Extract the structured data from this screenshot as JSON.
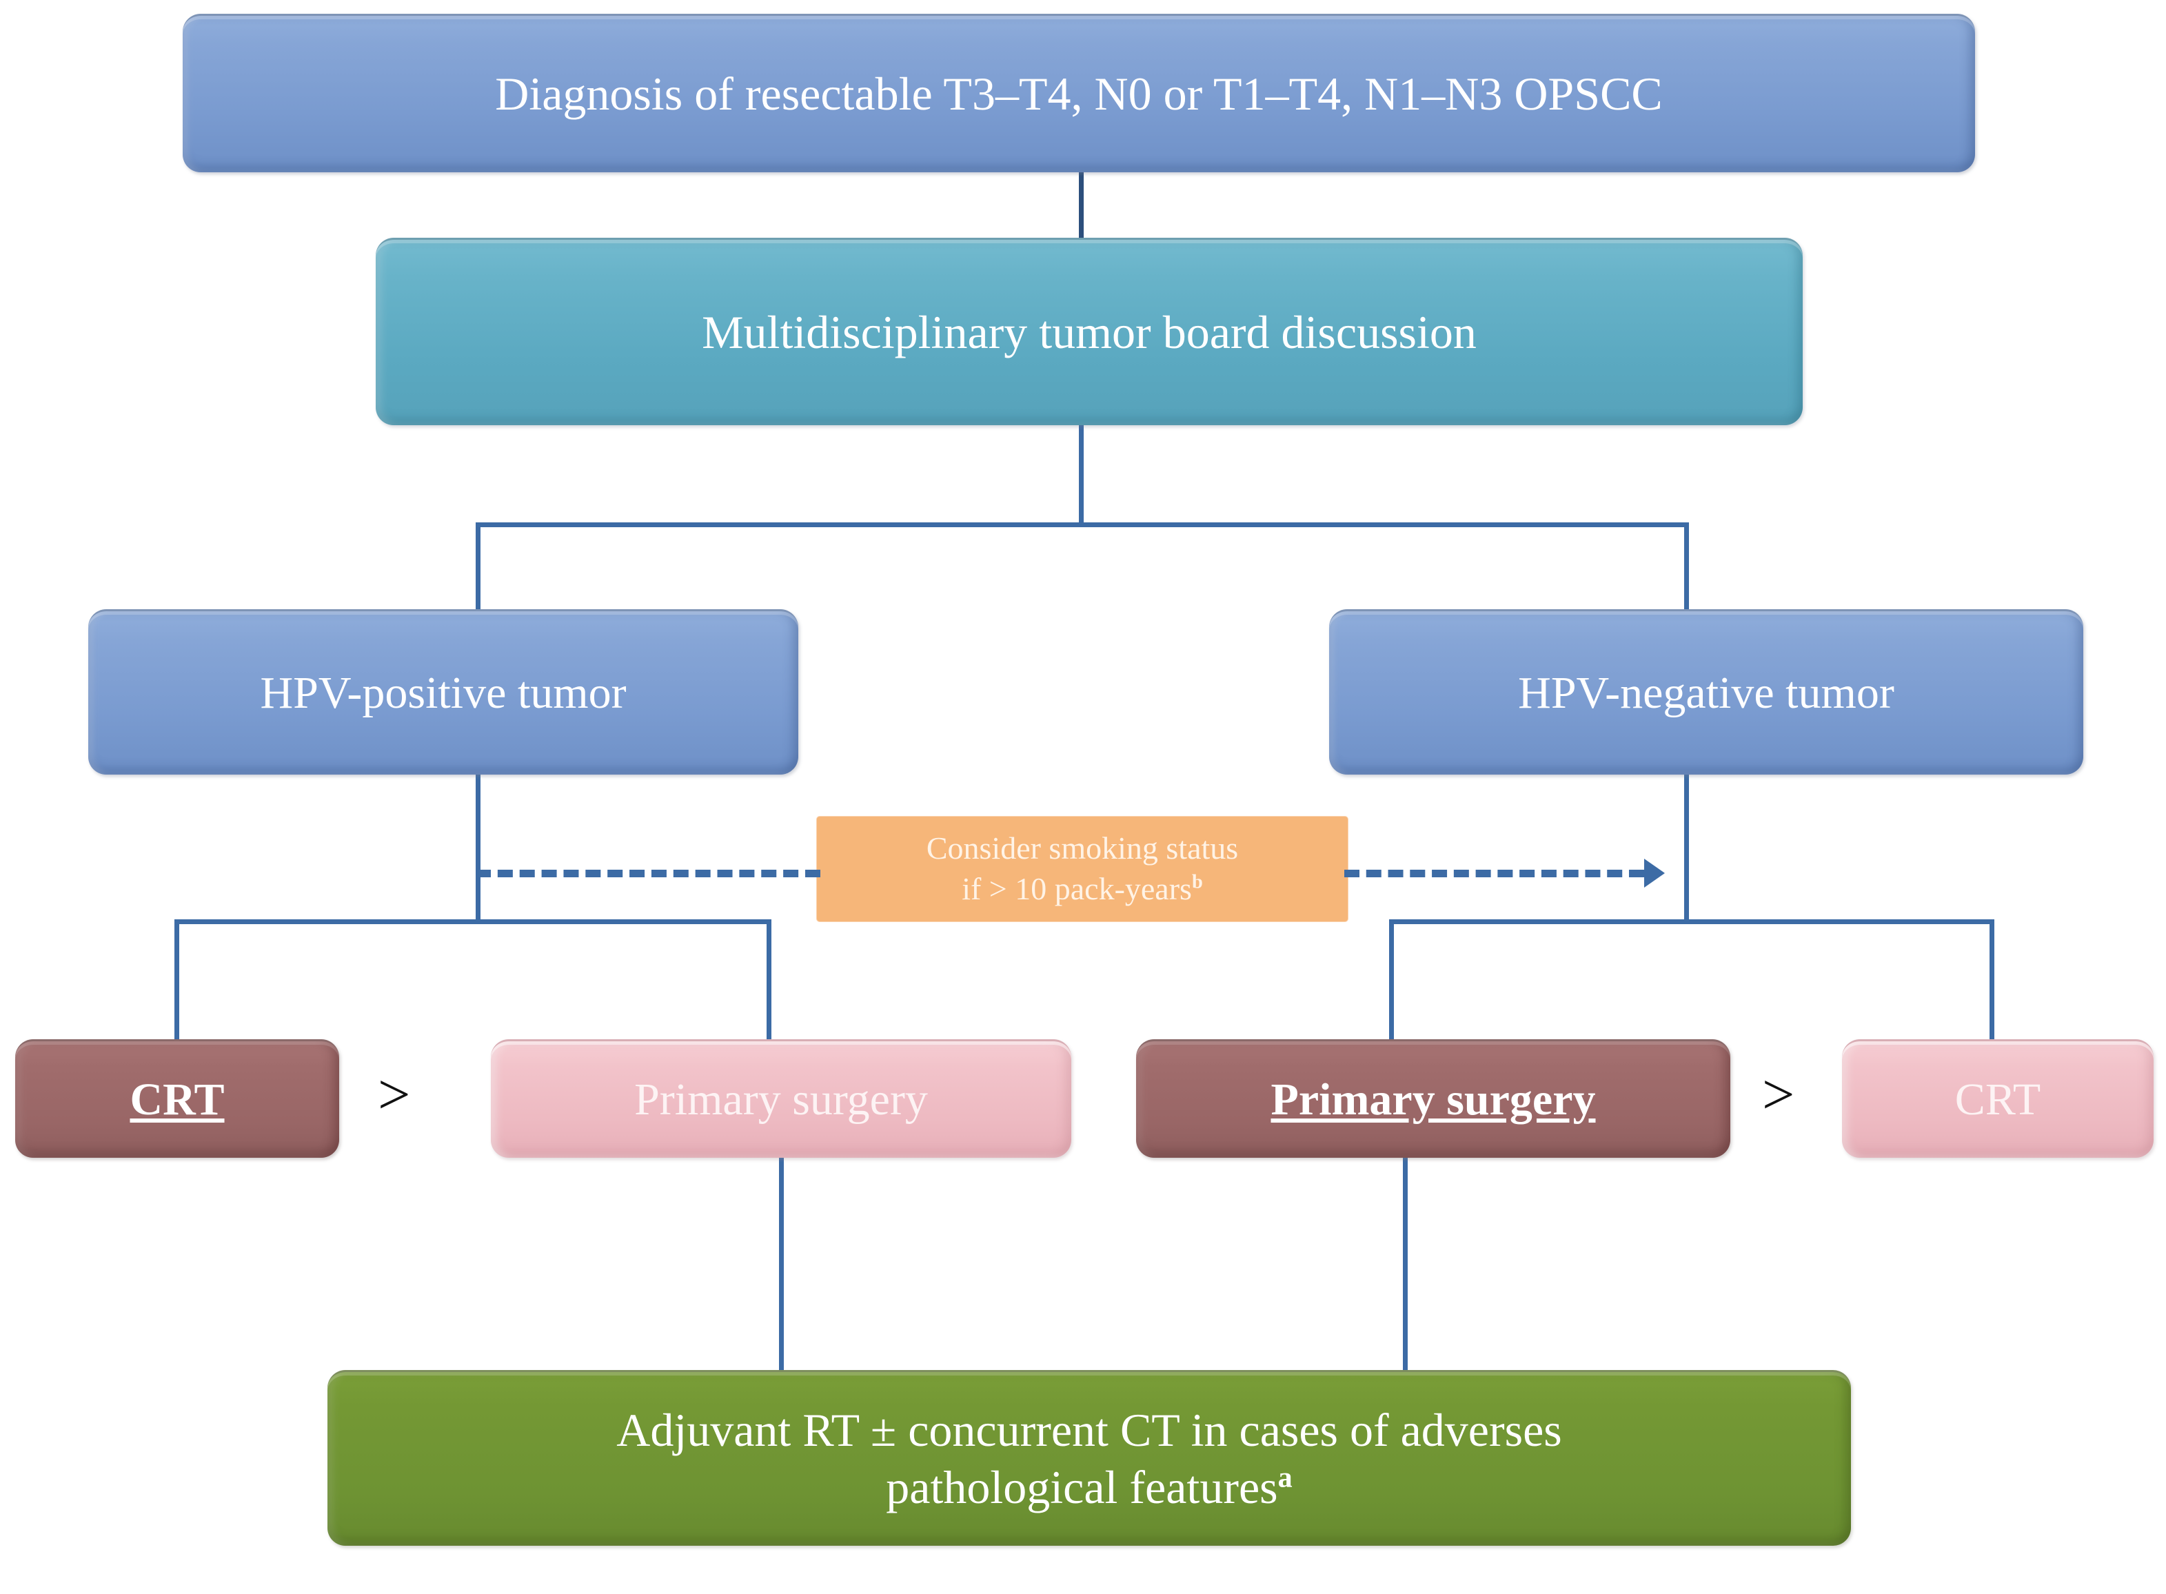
{
  "diagram": {
    "title": "OPSCC treatment decision flowchart",
    "colors": {
      "blue": "#7A9BD0",
      "teal": "#5BA9C1",
      "maroon": "#996666",
      "pink": "#EDB9C1",
      "green": "#6E9333",
      "orange": "#F6B679",
      "connector": "#3C6BA5"
    },
    "nodes": {
      "diagnosis": "Diagnosis of resectable T3–T4, N0 or T1–T4, N1–N3 OPSCC",
      "tumor_board": "Multidisciplinary tumor board discussion",
      "hpv_positive": "HPV-positive tumor",
      "hpv_negative": "HPV-negative tumor",
      "smoking_line1": "Consider smoking status",
      "smoking_line2": "if > 10 pack-years",
      "smoking_superscript": "b",
      "left_primary": "CRT",
      "left_secondary": "Primary surgery",
      "right_primary": "Primary surgery",
      "right_secondary": "CRT",
      "preference_symbol": ">",
      "adjuvant_line1": "Adjuvant RT ± concurrent CT in cases of adverses",
      "adjuvant_line2": "pathological features",
      "adjuvant_superscript": "a"
    }
  }
}
